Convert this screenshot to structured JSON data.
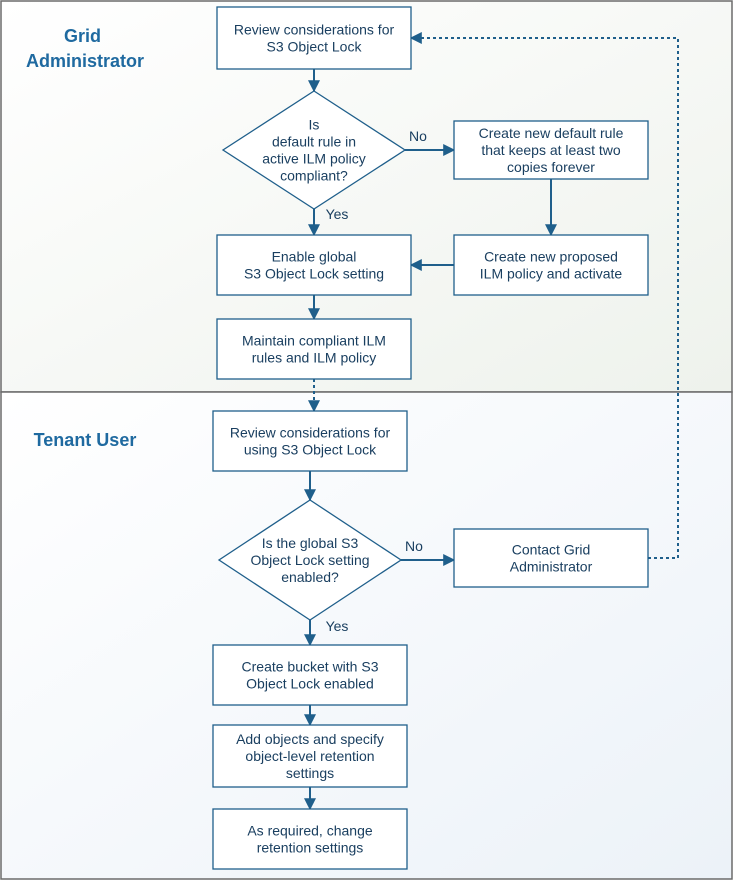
{
  "lanes": [
    {
      "id": "grid",
      "label_lines": [
        "Grid",
        "Administrator"
      ]
    },
    {
      "id": "tenant",
      "label_lines": [
        "Tenant User"
      ]
    }
  ],
  "nodes": [
    {
      "id": "review_s3",
      "shape": "box",
      "lines": [
        "Review considerations for",
        "S3 Object Lock"
      ]
    },
    {
      "id": "default_rule_q",
      "shape": "diamond",
      "lines": [
        "Is",
        "default rule in",
        "active ILM policy",
        "compliant?"
      ]
    },
    {
      "id": "create_default_rule",
      "shape": "box",
      "lines": [
        "Create new default rule",
        "that keeps at least two",
        "copies forever"
      ]
    },
    {
      "id": "enable_global",
      "shape": "box",
      "lines": [
        "Enable global",
        "S3 Object Lock setting"
      ]
    },
    {
      "id": "create_policy",
      "shape": "box",
      "lines": [
        "Create new proposed",
        "ILM policy and activate"
      ]
    },
    {
      "id": "maintain",
      "shape": "box",
      "lines": [
        "Maintain compliant ILM",
        "rules and ILM policy"
      ]
    },
    {
      "id": "review_using",
      "shape": "box",
      "lines": [
        "Review considerations for",
        "using S3 Object Lock"
      ]
    },
    {
      "id": "global_enabled_q",
      "shape": "diamond",
      "lines": [
        "Is the global S3",
        "Object Lock setting",
        "enabled?"
      ]
    },
    {
      "id": "contact_admin",
      "shape": "box",
      "lines": [
        "Contact Grid",
        "Administrator"
      ]
    },
    {
      "id": "create_bucket",
      "shape": "box",
      "lines": [
        "Create bucket with S3",
        "Object Lock enabled"
      ]
    },
    {
      "id": "add_objects",
      "shape": "box",
      "lines": [
        "Add objects and specify",
        "object-level retention",
        "settings"
      ]
    },
    {
      "id": "change_retention",
      "shape": "box",
      "lines": [
        "As required, change",
        "retention settings"
      ]
    }
  ],
  "edges": [
    {
      "from": "review_s3",
      "to": "default_rule_q",
      "label": "",
      "style": "solid"
    },
    {
      "from": "default_rule_q",
      "to": "create_default_rule",
      "label": "No",
      "style": "solid"
    },
    {
      "from": "default_rule_q",
      "to": "enable_global",
      "label": "Yes",
      "style": "solid"
    },
    {
      "from": "create_default_rule",
      "to": "create_policy",
      "label": "",
      "style": "solid"
    },
    {
      "from": "create_policy",
      "to": "enable_global",
      "label": "",
      "style": "solid"
    },
    {
      "from": "enable_global",
      "to": "maintain",
      "label": "",
      "style": "solid"
    },
    {
      "from": "maintain",
      "to": "review_using",
      "label": "",
      "style": "dotted"
    },
    {
      "from": "review_using",
      "to": "global_enabled_q",
      "label": "",
      "style": "solid"
    },
    {
      "from": "global_enabled_q",
      "to": "contact_admin",
      "label": "No",
      "style": "solid"
    },
    {
      "from": "global_enabled_q",
      "to": "create_bucket",
      "label": "Yes",
      "style": "solid"
    },
    {
      "from": "contact_admin",
      "to": "review_s3",
      "label": "",
      "style": "dotted"
    },
    {
      "from": "create_bucket",
      "to": "add_objects",
      "label": "",
      "style": "solid"
    },
    {
      "from": "add_objects",
      "to": "change_retention",
      "label": "",
      "style": "solid"
    }
  ]
}
